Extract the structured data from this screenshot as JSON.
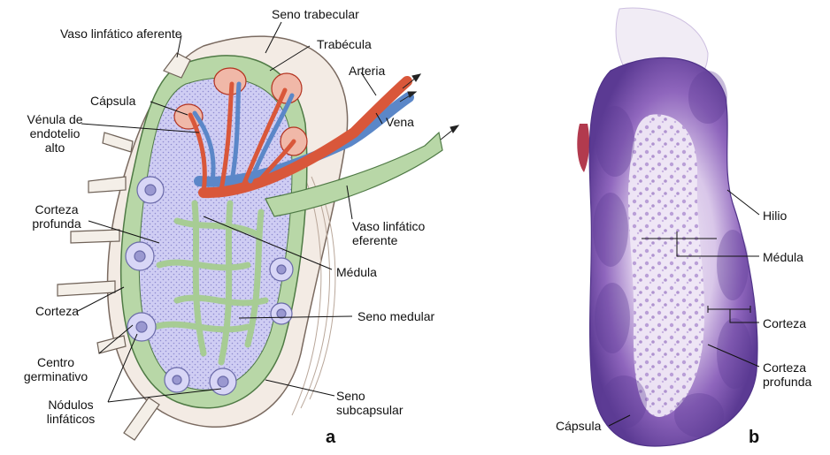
{
  "figure": {
    "panels": {
      "a": "a",
      "b": "b"
    },
    "diagram_labels": {
      "seno_trabecular": "Seno trabecular",
      "vaso_aferente": "Vaso linfático aferente",
      "trabecula": "Trabécula",
      "arteria": "Arteria",
      "capsula": "Cápsula",
      "vena": "Vena",
      "venula_1": "Vénula de",
      "venula_2": "endotelio",
      "venula_3": "alto",
      "corteza_profunda_1": "Corteza",
      "corteza_profunda_2": "profunda",
      "vaso_eferente_1": "Vaso linfático",
      "vaso_eferente_2": "eferente",
      "medula": "Médula",
      "corteza": "Corteza",
      "seno_medular": "Seno medular",
      "centro_1": "Centro",
      "centro_2": "germinativo",
      "nodulos_1": "Nódulos",
      "nodulos_2": "linfáticos",
      "seno_sub_1": "Seno",
      "seno_sub_2": "subcapsular"
    },
    "micrograph_labels": {
      "hilio": "Hilio",
      "medula": "Médula",
      "corteza": "Corteza",
      "corteza_profunda_1": "Corteza",
      "corteza_profunda_2": "profunda",
      "capsula": "Cápsula"
    },
    "colors": {
      "capsule_green": "#b7d6a6",
      "tissue_lavender": "#c9c8f0",
      "artery_red": "#e0664b",
      "vein_blue": "#6f9fd8",
      "stain_purple": "#8c62b8",
      "stain_dark": "#5d3c94",
      "stain_light": "#ece4f3"
    }
  }
}
